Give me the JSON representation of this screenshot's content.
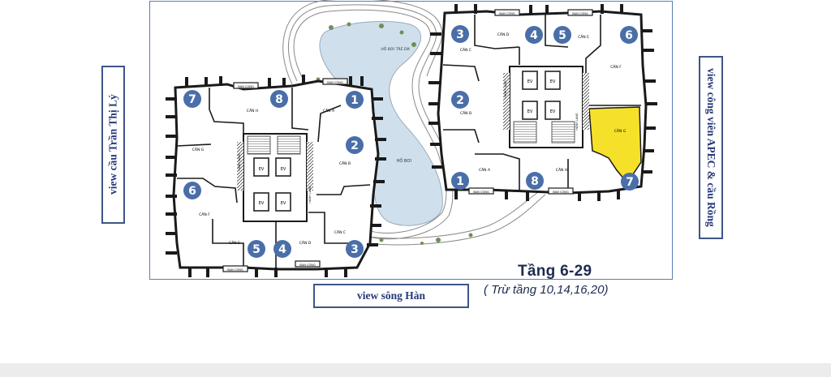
{
  "labels": {
    "left_view": "view cầu Trần Thị Lý",
    "right_view": "view công viên APEC & cầu Rồng",
    "bottom_view": "view sông Hàn"
  },
  "floor": {
    "title": "Tầng 6-29",
    "note": "( Trừ tầng 10,14,16,20)"
  },
  "plan_text": {
    "pool_kids": "HỒ BƠI TRẺ EM",
    "pool": "HỒ BƠI",
    "balcony": "BAN CÔNG",
    "elevator": "EV",
    "corridor": "HÀNH LANG"
  },
  "left_tower": {
    "units": [
      {
        "number": "7",
        "name": "CĂN G"
      },
      {
        "number": "8",
        "name": "CĂN H"
      },
      {
        "number": "1",
        "name": "CĂN A"
      },
      {
        "number": "2",
        "name": "CĂN B"
      },
      {
        "number": "6",
        "name": "CĂN F"
      },
      {
        "number": "5",
        "name": "CĂN E"
      },
      {
        "number": "4",
        "name": "CĂN D"
      },
      {
        "number": "3",
        "name": "CĂN C"
      }
    ]
  },
  "right_tower": {
    "units": [
      {
        "number": "3",
        "name": "CĂN C"
      },
      {
        "number": "4",
        "name": "CĂN D"
      },
      {
        "number": "5",
        "name": "CĂN E"
      },
      {
        "number": "6",
        "name": "CĂN F"
      },
      {
        "number": "2",
        "name": "CĂN B"
      },
      {
        "number": "1",
        "name": "CĂN A"
      },
      {
        "number": "8",
        "name": "CĂN H"
      },
      {
        "number": "7",
        "name": "CĂN G"
      }
    ],
    "highlighted_unit": "CĂN G"
  },
  "colors": {
    "badge": "#4a6ea8",
    "wall": "#1a1a1a",
    "pool": "#cfe0ec",
    "highlight": "#f5e12a",
    "frame": "#5b7fb3",
    "label_border": "#3d5587"
  }
}
